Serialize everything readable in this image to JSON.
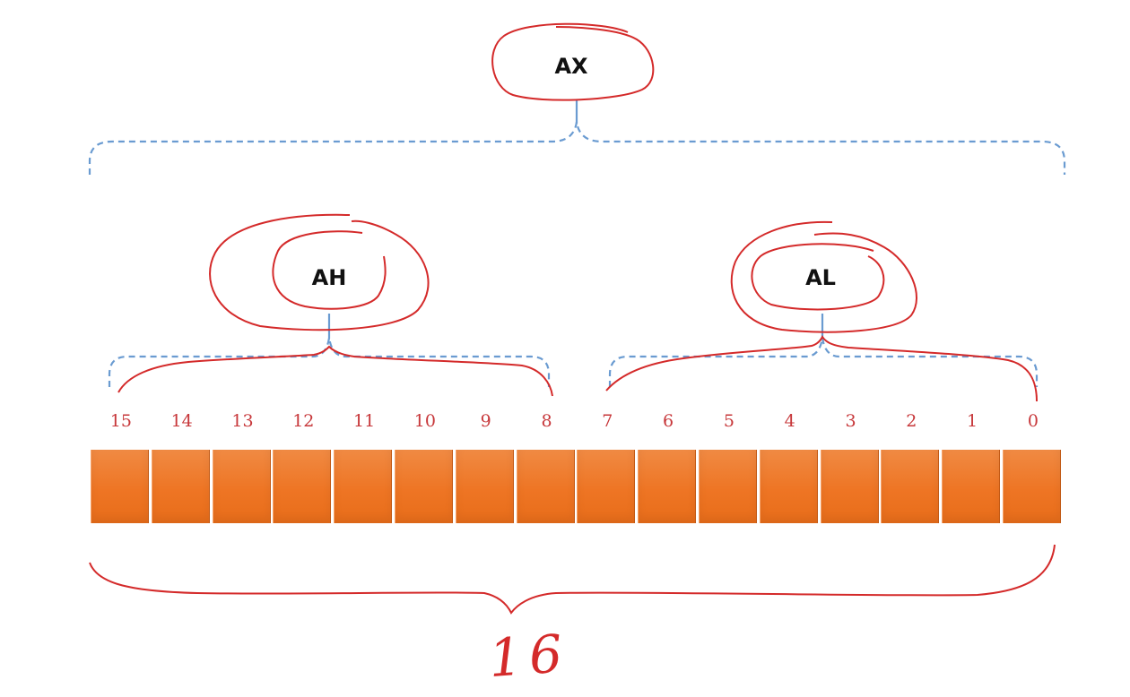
{
  "registers": {
    "ax": {
      "label": "AX"
    },
    "ah": {
      "label": "AH"
    },
    "al": {
      "label": "AL"
    }
  },
  "bits": {
    "labels": [
      "15",
      "14",
      "13",
      "12",
      "11",
      "10",
      "9",
      "8",
      "7",
      "6",
      "5",
      "4",
      "3",
      "2",
      "1",
      "0"
    ]
  },
  "width": {
    "label": "16"
  },
  "colors": {
    "cell": "#ee7524",
    "annotation": "#d42a2a",
    "bracket": "#6a9bd1"
  }
}
